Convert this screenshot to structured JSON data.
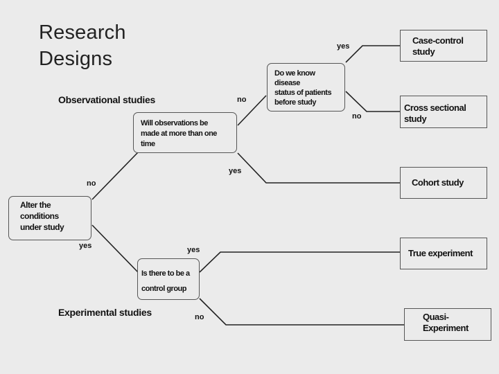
{
  "title": {
    "line1": "Research",
    "line2": "Designs"
  },
  "sections": {
    "observational": "Observational studies",
    "experimental": "Experimental studies"
  },
  "questions": {
    "alter": {
      "line1": "Alter the",
      "line2": "conditions",
      "line3": "under study"
    },
    "observations": {
      "line1": "Will observations be",
      "line2": "made at more than one",
      "line3": "time"
    },
    "know_status": {
      "line1": "Do we know",
      "line2": "disease",
      "line3": "status of patients",
      "line4": "before study"
    },
    "control_group": {
      "line1": "Is there to be a",
      "line2": "control group"
    }
  },
  "outcomes": {
    "case_control": {
      "line1": "Case-control",
      "line2": "study"
    },
    "cross_sectional": {
      "line1": "Cross sectional",
      "line2": "study"
    },
    "cohort": "Cohort study",
    "true_experiment": "True experiment",
    "quasi": {
      "line1": "Quasi-",
      "line2": "Experiment"
    }
  },
  "edge_labels": {
    "alter_no": "no",
    "alter_yes": "yes",
    "obs_no": "no",
    "obs_yes": "yes",
    "know_yes": "yes",
    "know_no": "no",
    "control_yes": "yes",
    "control_no": "no"
  }
}
